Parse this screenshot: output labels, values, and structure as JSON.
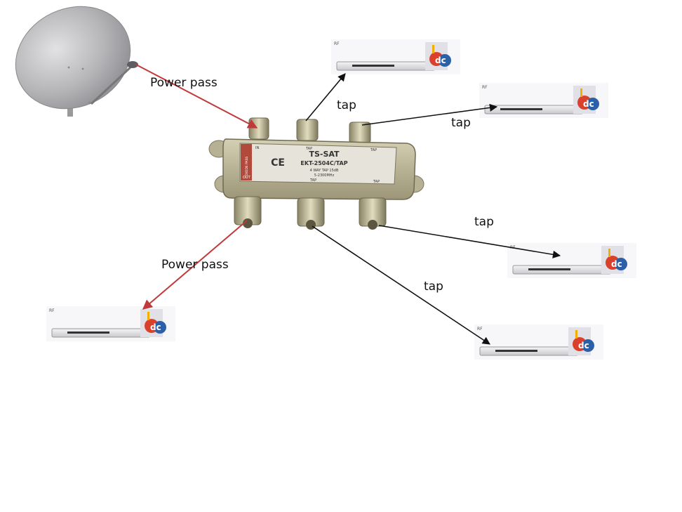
{
  "diagram": {
    "labels": {
      "power_pass_top": "Power pass",
      "power_pass_bottom": "Power pass",
      "tap_1": "tap",
      "tap_2": "tap",
      "tap_3": "tap",
      "tap_4": "tap"
    },
    "splitter": {
      "brand": "TS-SAT",
      "model": "EKT-2504C/TAP",
      "spec_1": "4 WAY TAP 15dB",
      "spec_2": "5-2300MHz",
      "ce_mark": "CE",
      "port_in": "IN",
      "port_tap": "TAP",
      "port_out": "OUT",
      "side_label": "DIODE PASS"
    },
    "receiver_label": "RF",
    "logo_text": "dc",
    "colors": {
      "power_arrow": "#c0393b",
      "tap_arrow": "#111111",
      "dish": "#b9b9bb",
      "splitter_body": "#b8b295"
    }
  }
}
